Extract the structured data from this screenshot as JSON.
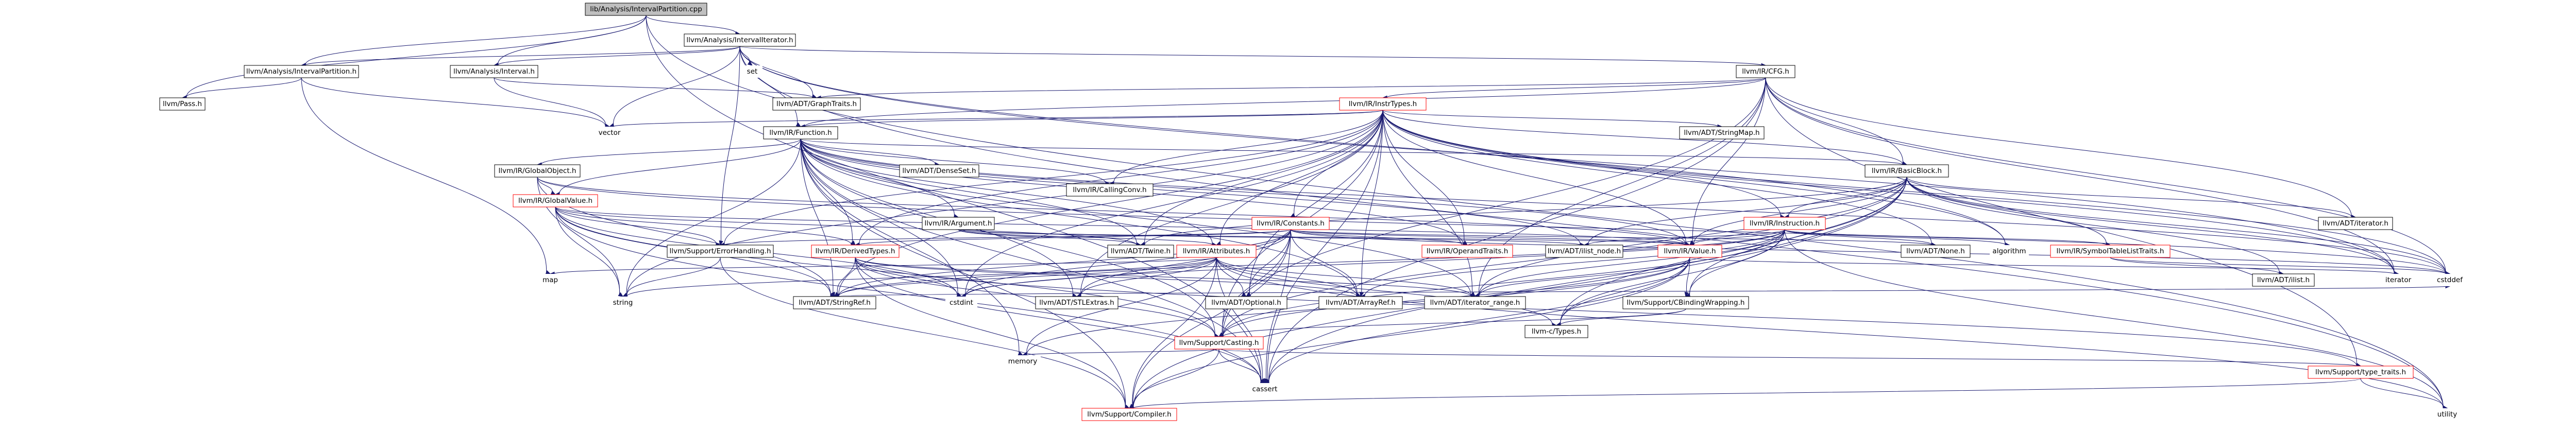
{
  "nodes": [
    {
      "id": "root",
      "label": "lib/Analysis/IntervalPartition.cpp"
    },
    {
      "id": "intervalIterator",
      "label": "llvm/Analysis/IntervalIterator.h"
    },
    {
      "id": "intervalPartitionH",
      "label": "llvm/Analysis/IntervalPartition.h"
    },
    {
      "id": "intervalH",
      "label": "llvm/Analysis/Interval.h"
    },
    {
      "id": "pass",
      "label": "llvm/Pass.h"
    },
    {
      "id": "set",
      "label": "set"
    },
    {
      "id": "graphTraits",
      "label": "llvm/ADT/GraphTraits.h"
    },
    {
      "id": "vector",
      "label": "vector"
    },
    {
      "id": "cfg",
      "label": "llvm/IR/CFG.h"
    },
    {
      "id": "instrTypes",
      "label": "llvm/IR/InstrTypes.h"
    },
    {
      "id": "function",
      "label": "llvm/IR/Function.h"
    },
    {
      "id": "basicBlock",
      "label": "llvm/IR/BasicBlock.h"
    },
    {
      "id": "globalObject",
      "label": "llvm/IR/GlobalObject.h"
    },
    {
      "id": "globalValue",
      "label": "llvm/IR/GlobalValue.h"
    },
    {
      "id": "denseSet",
      "label": "llvm/ADT/DenseSet.h"
    },
    {
      "id": "argument",
      "label": "llvm/IR/Argument.h"
    },
    {
      "id": "callingConv",
      "label": "llvm/IR/CallingConv.h"
    },
    {
      "id": "constants",
      "label": "llvm/IR/Constants.h"
    },
    {
      "id": "stringMap",
      "label": "llvm/ADT/StringMap.h"
    },
    {
      "id": "instruction",
      "label": "llvm/IR/Instruction.h"
    },
    {
      "id": "adtIterator",
      "label": "llvm/ADT/iterator.h"
    },
    {
      "id": "errorHandling",
      "label": "llvm/Support/ErrorHandling.h"
    },
    {
      "id": "derivedTypes",
      "label": "llvm/IR/DerivedTypes.h"
    },
    {
      "id": "twine",
      "label": "llvm/ADT/Twine.h"
    },
    {
      "id": "attributes",
      "label": "llvm/IR/Attributes.h"
    },
    {
      "id": "operandTraits",
      "label": "llvm/IR/OperandTraits.h"
    },
    {
      "id": "ilistNode",
      "label": "llvm/ADT/ilist_node.h"
    },
    {
      "id": "value",
      "label": "llvm/IR/Value.h"
    },
    {
      "id": "adtNone",
      "label": "llvm/ADT/None.h"
    },
    {
      "id": "algorithm",
      "label": "algorithm"
    },
    {
      "id": "symbolTable",
      "label": "llvm/IR/SymbolTableListTraits.h"
    },
    {
      "id": "adtIlist",
      "label": "llvm/ADT/ilist.h"
    },
    {
      "id": "iteratorStd",
      "label": "iterator"
    },
    {
      "id": "cstddef",
      "label": "cstddef"
    },
    {
      "id": "map",
      "label": "map"
    },
    {
      "id": "string",
      "label": "string"
    },
    {
      "id": "stringRef",
      "label": "llvm/ADT/StringRef.h"
    },
    {
      "id": "cstdint",
      "label": "cstdint"
    },
    {
      "id": "stlExtras",
      "label": "llvm/ADT/STLExtras.h"
    },
    {
      "id": "optional",
      "label": "llvm/ADT/Optional.h"
    },
    {
      "id": "arrayRef",
      "label": "llvm/ADT/ArrayRef.h"
    },
    {
      "id": "iteratorRange",
      "label": "llvm/ADT/iterator_range.h"
    },
    {
      "id": "cbinding",
      "label": "llvm/Support/CBindingWrapping.h"
    },
    {
      "id": "casting",
      "label": "llvm/Support/Casting.h"
    },
    {
      "id": "ctypes",
      "label": "llvm-c/Types.h"
    },
    {
      "id": "memory",
      "label": "memory"
    },
    {
      "id": "cassert",
      "label": "cassert"
    },
    {
      "id": "typeTraits",
      "label": "llvm/Support/type_traits.h"
    },
    {
      "id": "compiler",
      "label": "llvm/Support/Compiler.h"
    },
    {
      "id": "utility",
      "label": "utility"
    }
  ],
  "edges": [
    [
      "root",
      "intervalIterator"
    ],
    [
      "root",
      "intervalPartitionH"
    ],
    [
      "root",
      "intervalH"
    ],
    [
      "root",
      "pass"
    ],
    [
      "root",
      "cassert"
    ],
    [
      "root",
      "utility"
    ],
    [
      "intervalIterator",
      "intervalPartitionH"
    ],
    [
      "intervalIterator",
      "intervalH"
    ],
    [
      "intervalIterator",
      "set"
    ],
    [
      "intervalIterator",
      "graphTraits"
    ],
    [
      "intervalIterator",
      "vector"
    ],
    [
      "intervalIterator",
      "cfg"
    ],
    [
      "intervalIterator",
      "function"
    ],
    [
      "intervalIterator",
      "errorHandling"
    ],
    [
      "intervalIterator",
      "algorithm"
    ],
    [
      "intervalIterator",
      "iteratorStd"
    ],
    [
      "intervalIterator",
      "utility"
    ],
    [
      "intervalPartitionH",
      "pass"
    ],
    [
      "intervalPartitionH",
      "map"
    ],
    [
      "intervalPartitionH",
      "vector"
    ],
    [
      "intervalH",
      "graphTraits"
    ],
    [
      "intervalH",
      "vector"
    ],
    [
      "cfg",
      "graphTraits"
    ],
    [
      "cfg",
      "instrTypes"
    ],
    [
      "cfg",
      "function"
    ],
    [
      "cfg",
      "basicBlock"
    ],
    [
      "cfg",
      "adtIterator"
    ],
    [
      "cfg",
      "iteratorRange"
    ],
    [
      "cfg",
      "value"
    ],
    [
      "cfg",
      "casting"
    ],
    [
      "cfg",
      "typeTraits"
    ],
    [
      "cfg",
      "cassert"
    ],
    [
      "cfg",
      "cstddef"
    ],
    [
      "cfg",
      "iteratorStd"
    ],
    [
      "instrTypes",
      "vector"
    ],
    [
      "instrTypes",
      "function"
    ],
    [
      "instrTypes",
      "callingConv"
    ],
    [
      "instrTypes",
      "constants"
    ],
    [
      "instrTypes",
      "stringMap"
    ],
    [
      "instrTypes",
      "instruction"
    ],
    [
      "instrTypes",
      "derivedTypes"
    ],
    [
      "instrTypes",
      "twine"
    ],
    [
      "instrTypes",
      "attributes"
    ],
    [
      "instrTypes",
      "operandTraits"
    ],
    [
      "instrTypes",
      "value"
    ],
    [
      "instrTypes",
      "adtNone"
    ],
    [
      "instrTypes",
      "algorithm"
    ],
    [
      "instrTypes",
      "stringRef"
    ],
    [
      "instrTypes",
      "stlExtras"
    ],
    [
      "instrTypes",
      "optional"
    ],
    [
      "instrTypes",
      "arrayRef"
    ],
    [
      "instrTypes",
      "iteratorRange"
    ],
    [
      "instrTypes",
      "casting"
    ],
    [
      "instrTypes",
      "errorHandling"
    ],
    [
      "instrTypes",
      "cassert"
    ],
    [
      "instrTypes",
      "cstddef"
    ],
    [
      "instrTypes",
      "cstdint"
    ],
    [
      "instrTypes",
      "iteratorStd"
    ],
    [
      "instrTypes",
      "string"
    ],
    [
      "instrTypes",
      "basicBlock"
    ],
    [
      "function",
      "globalObject"
    ],
    [
      "function",
      "globalValue"
    ],
    [
      "function",
      "denseSet"
    ],
    [
      "function",
      "argument"
    ],
    [
      "function",
      "callingConv"
    ],
    [
      "function",
      "basicBlock"
    ],
    [
      "function",
      "derivedTypes"
    ],
    [
      "function",
      "twine"
    ],
    [
      "function",
      "attributes"
    ],
    [
      "function",
      "operandTraits"
    ],
    [
      "function",
      "ilistNode"
    ],
    [
      "function",
      "value"
    ],
    [
      "function",
      "stringRef"
    ],
    [
      "function",
      "stlExtras"
    ],
    [
      "function",
      "arrayRef"
    ],
    [
      "function",
      "iteratorRange"
    ],
    [
      "function",
      "casting"
    ],
    [
      "function",
      "compiler"
    ],
    [
      "function",
      "cassert"
    ],
    [
      "function",
      "cstddef"
    ],
    [
      "function",
      "cstdint"
    ],
    [
      "function",
      "memory"
    ],
    [
      "function",
      "string"
    ],
    [
      "basicBlock",
      "adtIterator"
    ],
    [
      "basicBlock",
      "instruction"
    ],
    [
      "basicBlock",
      "symbolTable"
    ],
    [
      "basicBlock",
      "value"
    ],
    [
      "basicBlock",
      "twine"
    ],
    [
      "basicBlock",
      "ilistNode"
    ],
    [
      "basicBlock",
      "adtIlist"
    ],
    [
      "basicBlock",
      "iteratorRange"
    ],
    [
      "basicBlock",
      "casting"
    ],
    [
      "basicBlock",
      "cbinding"
    ],
    [
      "basicBlock",
      "ctypes"
    ],
    [
      "basicBlock",
      "cassert"
    ],
    [
      "basicBlock",
      "cstddef"
    ],
    [
      "basicBlock",
      "iteratorStd"
    ],
    [
      "basicBlock",
      "compiler"
    ],
    [
      "globalObject",
      "globalValue"
    ],
    [
      "globalObject",
      "stringRef"
    ],
    [
      "globalObject",
      "value"
    ],
    [
      "globalObject",
      "cstddef"
    ],
    [
      "globalObject",
      "string"
    ],
    [
      "globalValue",
      "derivedTypes"
    ],
    [
      "globalValue",
      "twine"
    ],
    [
      "globalValue",
      "value"
    ],
    [
      "globalValue",
      "stringRef"
    ],
    [
      "globalValue",
      "casting"
    ],
    [
      "globalValue",
      "errorHandling"
    ],
    [
      "globalValue",
      "cassert"
    ],
    [
      "globalValue",
      "cstdint"
    ],
    [
      "globalValue",
      "string"
    ],
    [
      "argument",
      "value"
    ],
    [
      "argument",
      "twine"
    ],
    [
      "argument",
      "attributes"
    ],
    [
      "argument",
      "ilistNode"
    ],
    [
      "constants",
      "value"
    ],
    [
      "constants",
      "derivedTypes"
    ],
    [
      "constants",
      "operandTraits"
    ],
    [
      "constants",
      "adtNone"
    ],
    [
      "constants",
      "stringRef"
    ],
    [
      "constants",
      "optional"
    ],
    [
      "constants",
      "arrayRef"
    ],
    [
      "constants",
      "stlExtras"
    ],
    [
      "constants",
      "casting"
    ],
    [
      "constants",
      "errorHandling"
    ],
    [
      "constants",
      "compiler"
    ],
    [
      "constants",
      "cassert"
    ],
    [
      "constants",
      "cstddef"
    ],
    [
      "constants",
      "cstdint"
    ],
    [
      "instruction",
      "value"
    ],
    [
      "instruction",
      "symbolTable"
    ],
    [
      "instruction",
      "adtNone"
    ],
    [
      "instruction",
      "ilistNode"
    ],
    [
      "instruction",
      "stringRef"
    ],
    [
      "instruction",
      "arrayRef"
    ],
    [
      "instruction",
      "iteratorRange"
    ],
    [
      "instruction",
      "casting"
    ],
    [
      "instruction",
      "cbinding"
    ],
    [
      "instruction",
      "ctypes"
    ],
    [
      "instruction",
      "utility"
    ],
    [
      "instruction",
      "cstdint"
    ],
    [
      "instruction",
      "algorithm"
    ],
    [
      "derivedTypes",
      "stringRef"
    ],
    [
      "derivedTypes",
      "arrayRef"
    ],
    [
      "derivedTypes",
      "iteratorRange"
    ],
    [
      "derivedTypes",
      "casting"
    ],
    [
      "derivedTypes",
      "compiler"
    ],
    [
      "derivedTypes",
      "cassert"
    ],
    [
      "derivedTypes",
      "cstdint"
    ],
    [
      "derivedTypes",
      "typeTraits"
    ],
    [
      "attributes",
      "map"
    ],
    [
      "attributes",
      "string"
    ],
    [
      "attributes",
      "stringRef"
    ],
    [
      "attributes",
      "cstdint"
    ],
    [
      "attributes",
      "optional"
    ],
    [
      "attributes",
      "arrayRef"
    ],
    [
      "attributes",
      "stlExtras"
    ],
    [
      "attributes",
      "iteratorRange"
    ],
    [
      "attributes",
      "compiler"
    ],
    [
      "attributes",
      "cassert"
    ],
    [
      "attributes",
      "utility"
    ],
    [
      "attributes",
      "memory"
    ],
    [
      "attributes",
      "ctypes"
    ],
    [
      "value",
      "iteratorRange"
    ],
    [
      "value",
      "casting"
    ],
    [
      "value",
      "cbinding"
    ],
    [
      "value",
      "ctypes"
    ],
    [
      "value",
      "cassert"
    ],
    [
      "value",
      "iteratorStd"
    ],
    [
      "value",
      "memory"
    ],
    [
      "value",
      "compiler"
    ],
    [
      "symbolTable",
      "adtIlist"
    ],
    [
      "symbolTable",
      "cstddef"
    ],
    [
      "errorHandling",
      "compiler"
    ],
    [
      "errorHandling",
      "string"
    ],
    [
      "cbinding",
      "casting"
    ],
    [
      "cbinding",
      "ctypes"
    ],
    [
      "casting",
      "typeTraits"
    ],
    [
      "casting",
      "cassert"
    ],
    [
      "casting",
      "memory"
    ],
    [
      "casting",
      "compiler"
    ],
    [
      "typeTraits",
      "utility"
    ],
    [
      "typeTraits",
      "compiler"
    ],
    [
      "stringRef",
      "cstddef"
    ]
  ]
}
